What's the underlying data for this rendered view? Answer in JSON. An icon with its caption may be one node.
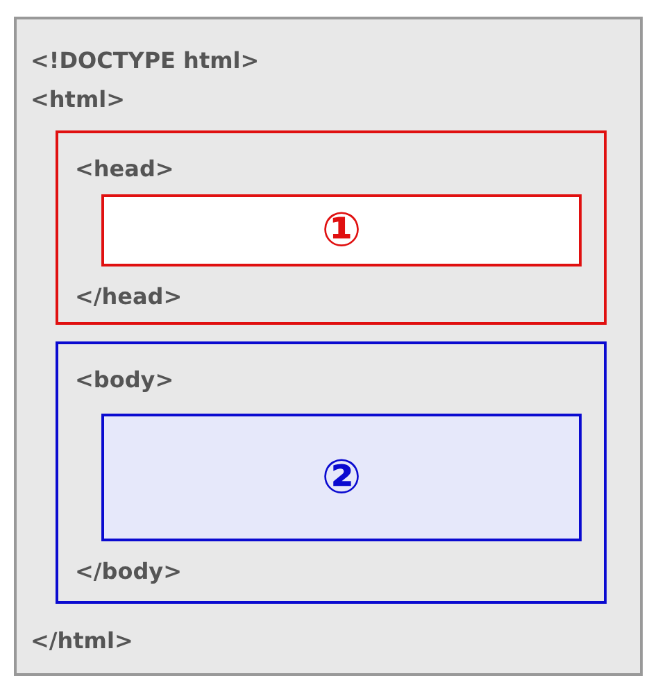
{
  "diagram": {
    "nodes": [
      {
        "text": [
          "<!DOCTYPE html>",
          "<html>",
          "</html>"
        ]
      },
      {
        "text": [
          "<head>",
          "</head>"
        ],
        "in": 0
      },
      {
        "text": [
          "①"
        ],
        "in": 1
      },
      {
        "text": [
          "<body>",
          "</body>"
        ],
        "in": 0
      },
      {
        "text": [
          "②"
        ],
        "in": 3
      }
    ]
  }
}
